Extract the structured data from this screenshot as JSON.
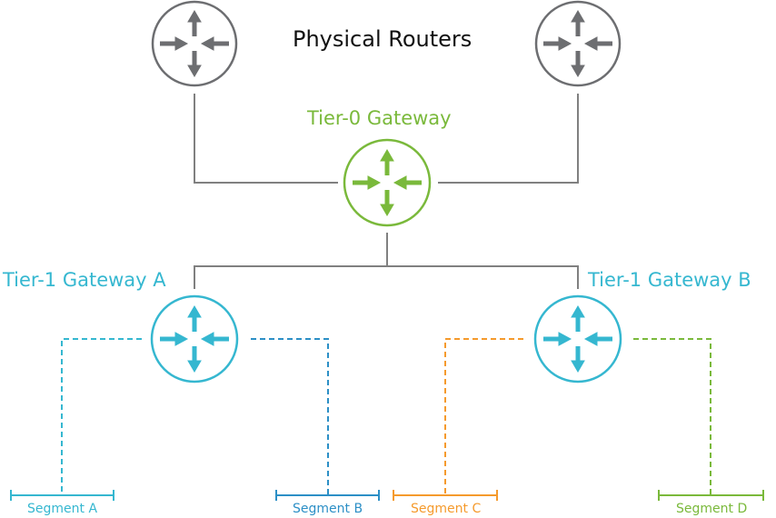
{
  "labels": {
    "physical_routers": "Physical Routers",
    "tier0": "Tier-0 Gateway",
    "tier1_a": "Tier-1 Gateway A",
    "tier1_b": "Tier-1 Gateway B"
  },
  "segments": {
    "a": "Segment A",
    "b": "Segment B",
    "c": "Segment C",
    "d": "Segment D"
  },
  "colors": {
    "physical": "#6d6e71",
    "tier0": "#7ab93b",
    "tier1": "#35b7d0",
    "segment_a": "#35b7d0",
    "segment_b": "#2c8fc6",
    "segment_c": "#f59a2c",
    "segment_d": "#7ab93b",
    "line": "#808080",
    "text_dark": "#111111"
  },
  "icons": {
    "router": "router-icon"
  }
}
